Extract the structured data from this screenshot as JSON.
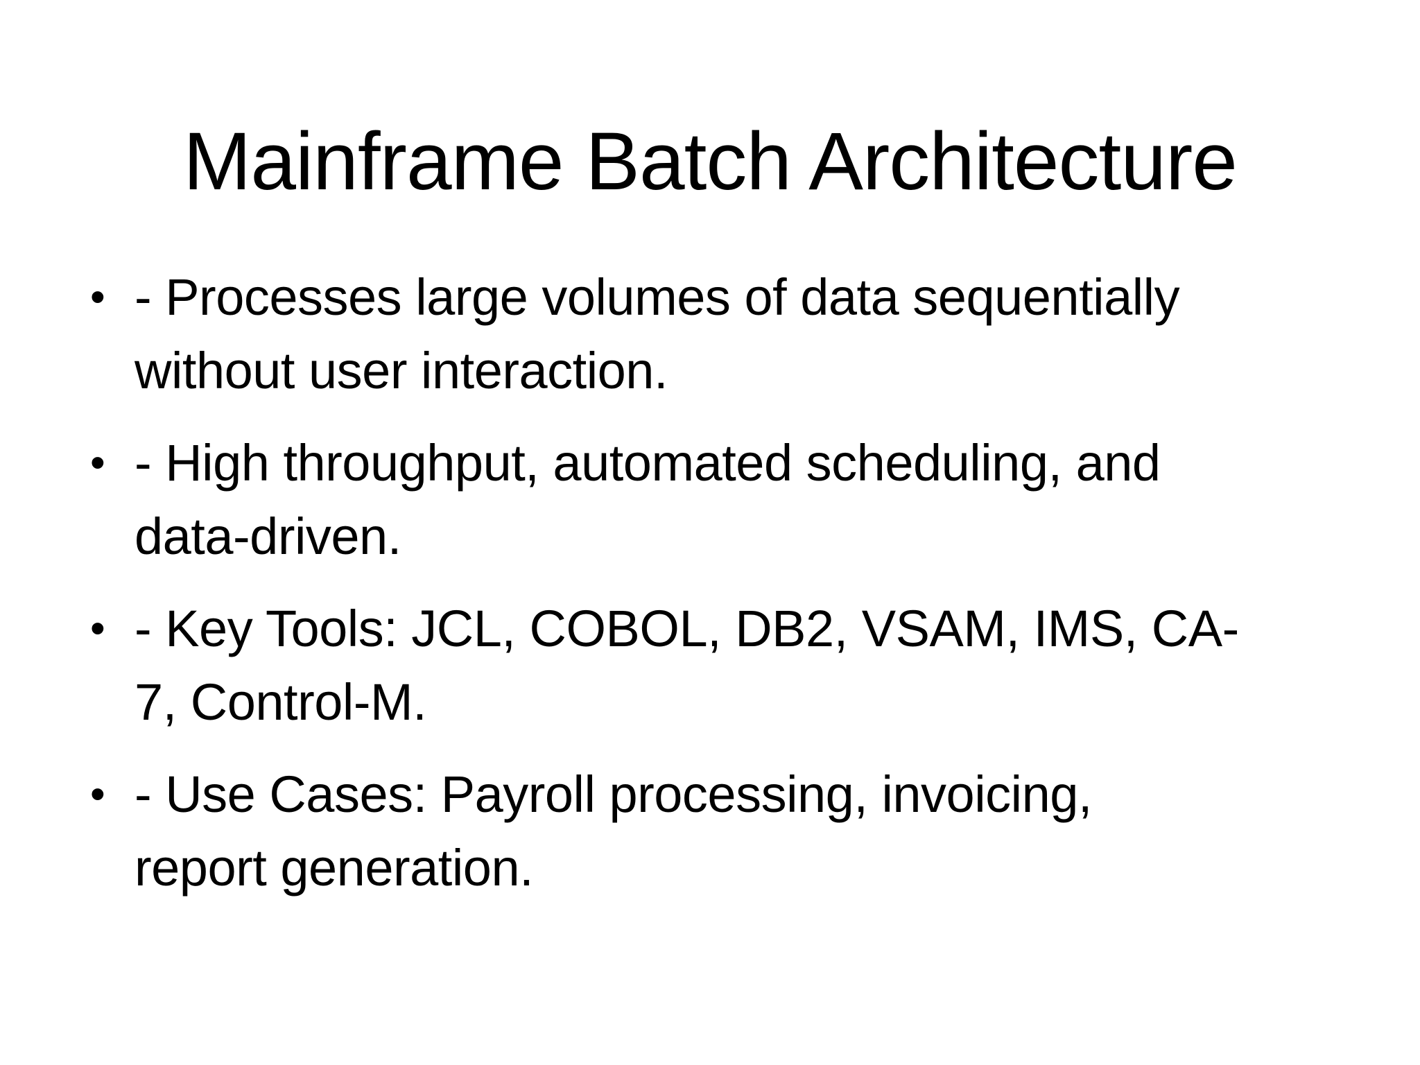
{
  "slide": {
    "title": "Mainframe Batch Architecture",
    "bullet_marker": "•",
    "bullets": [
      {
        "lines": [
          "- Processes large volumes of data sequentially",
          "without user interaction."
        ]
      },
      {
        "lines": [
          "- High throughput, automated scheduling, and",
          "data-driven."
        ]
      },
      {
        "lines": [
          "- Key Tools: JCL, COBOL, DB2, VSAM, IMS, CA-",
          "7, Control-M."
        ]
      },
      {
        "lines": [
          "- Use Cases: Payroll processing, invoicing,",
          "report generation."
        ]
      }
    ]
  },
  "colors": {
    "background": "#ffffff",
    "text": "#000000"
  }
}
